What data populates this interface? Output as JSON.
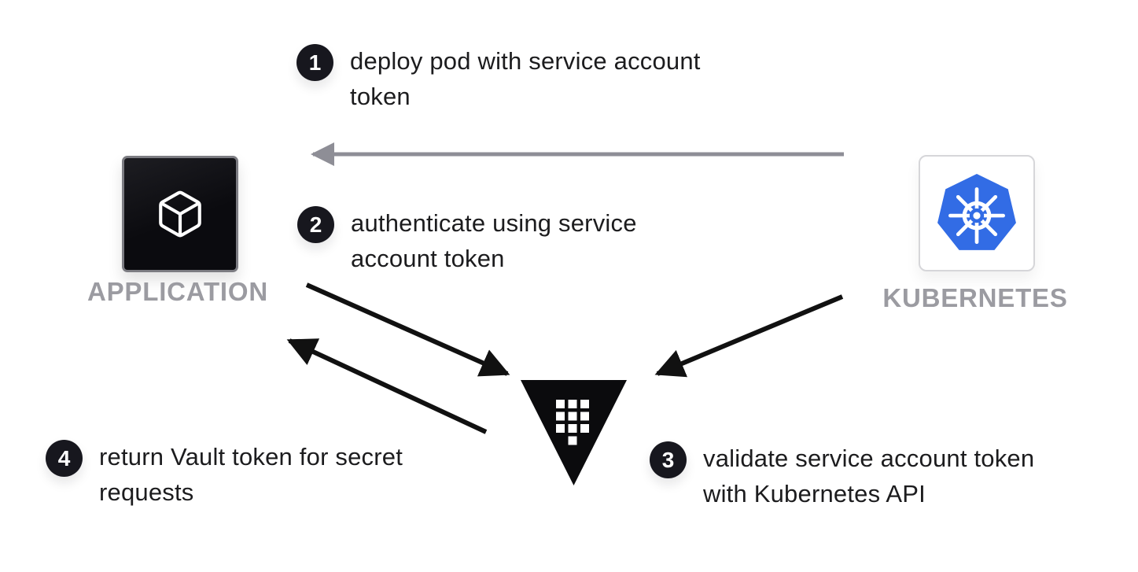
{
  "steps": [
    {
      "number": "1",
      "text": "deploy pod with service account token"
    },
    {
      "number": "2",
      "text": "authenticate using service account token"
    },
    {
      "number": "3",
      "text": "validate service account token with Kubernetes API"
    },
    {
      "number": "4",
      "text": "return Vault token for secret requests"
    }
  ],
  "nodes": {
    "application": {
      "label": "APPLICATION"
    },
    "kubernetes": {
      "label": "KUBERNETES"
    }
  },
  "icons": {
    "application": "cube-icon",
    "kubernetes": "kubernetes-helm-icon",
    "vault": "vault-triangle-icon"
  },
  "colors": {
    "kubernetes_blue": "#326ce5",
    "badge_background": "#17171e",
    "label_gray": "#9b9ba1",
    "arrow_gray": "#8e8e96",
    "arrow_black": "#111111",
    "vault_black": "#0b0b0d"
  }
}
